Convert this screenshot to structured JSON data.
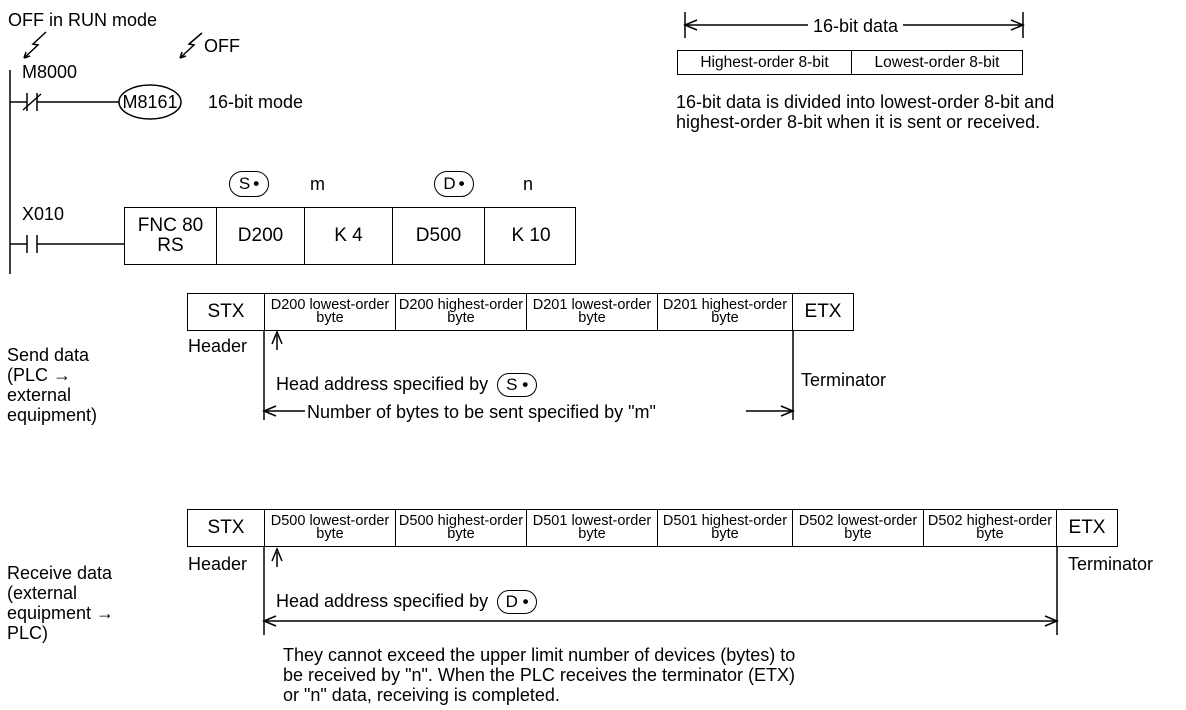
{
  "ladder": {
    "run_off_label": "OFF in RUN mode",
    "off_label": "OFF",
    "m8000": "M8000",
    "m8161": "M8161",
    "mode_label": "16-bit mode",
    "x010": "X010",
    "op_labels": {
      "s": "S",
      "m": "m",
      "d": "D",
      "n": "n"
    },
    "instruction": {
      "fnc": "FNC 80",
      "name": "RS"
    },
    "operands": [
      "D200",
      "K 4",
      "D500",
      "K 10"
    ]
  },
  "word_layout": {
    "span_label": "16-bit data",
    "cells": [
      "Highest-order 8-bit",
      "Lowest-order 8-bit"
    ],
    "note": "16-bit data is divided into lowest-order 8-bit and highest-order 8-bit when it is sent or received."
  },
  "send": {
    "label": "Send data (PLC → external equipment)",
    "cells": [
      "STX",
      "D200 lowest-order byte",
      "D200 highest-order byte",
      "D201 lowest-order byte",
      "D201 highest-order byte",
      "ETX"
    ],
    "header": "Header",
    "terminator": "Terminator",
    "head_address": "Head address specified by",
    "head_operand": "S",
    "count_label": "Number of bytes to be sent specified by \"m\""
  },
  "receive": {
    "label": "Receive data (external equipment → PLC)",
    "cells": [
      "STX",
      "D500 lowest-order byte",
      "D500 highest-order byte",
      "D501 lowest-order byte",
      "D501 highest-order byte",
      "D502 lowest-order byte",
      "D502 highest-order byte",
      "ETX"
    ],
    "header": "Header",
    "terminator": "Terminator",
    "head_address": "Head address specified by",
    "head_operand": "D",
    "note": "They cannot exceed the upper limit number of devices (bytes) to be received by \"n\".  When the PLC receives the terminator (ETX) or \"n\" data, receiving is completed."
  }
}
